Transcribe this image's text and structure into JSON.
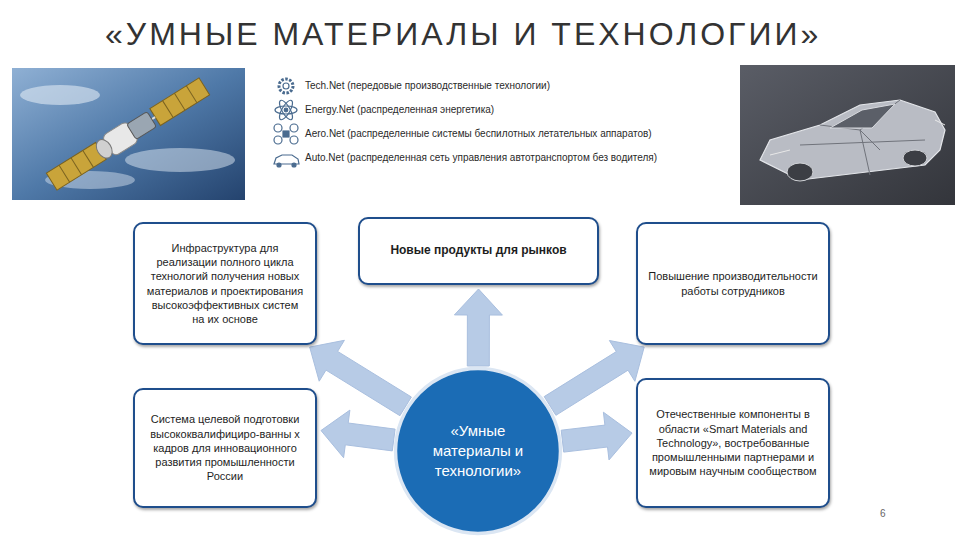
{
  "diagram": {
    "title": "«УМНЫЕ МАТЕРИАЛЫ И ТЕХНОЛОГИИ»",
    "nodes": [
      {
        "text": [
          "Инфраструктура для реализации полного цикла технологий получения новых материалов и проектирования высокоэффективных систем на их основе"
        ]
      },
      {
        "text": [
          "Новые продукты для рынков"
        ]
      },
      {
        "text": [
          "Повышение производительности работы сотрудников"
        ]
      },
      {
        "text": [
          "Система целевой подготовки высококвалифициро-ванны х кадров для инновационного развития промышленности России"
        ]
      },
      {
        "text": [
          "«Умные материалы и технологии»"
        ]
      },
      {
        "text": [
          "Отечественные компоненты в области «Smart Materials and Technology», востребованные промышленными партнерами и мировым научным сообществом"
        ]
      }
    ],
    "edges": [
      {
        "from": 4,
        "to": 0,
        "arrow": "to"
      },
      {
        "from": 4,
        "to": 1,
        "arrow": "to"
      },
      {
        "from": 4,
        "to": 2,
        "arrow": "to"
      },
      {
        "from": 4,
        "to": 3,
        "arrow": "to"
      },
      {
        "from": 4,
        "to": 5,
        "arrow": "to"
      }
    ],
    "labels": [
      "6"
    ],
    "legend": [
      {
        "text": "Tech.Net (передовые производственные технологии)"
      },
      {
        "text": "Energy.Net (распределенная энергетика)"
      },
      {
        "text": "Aero.Net (распределенные системы беспилотных летательных аппаратов)"
      },
      {
        "text": "Auto.Net (распределенная сеть управления автотранспортом без водителя)"
      }
    ]
  }
}
